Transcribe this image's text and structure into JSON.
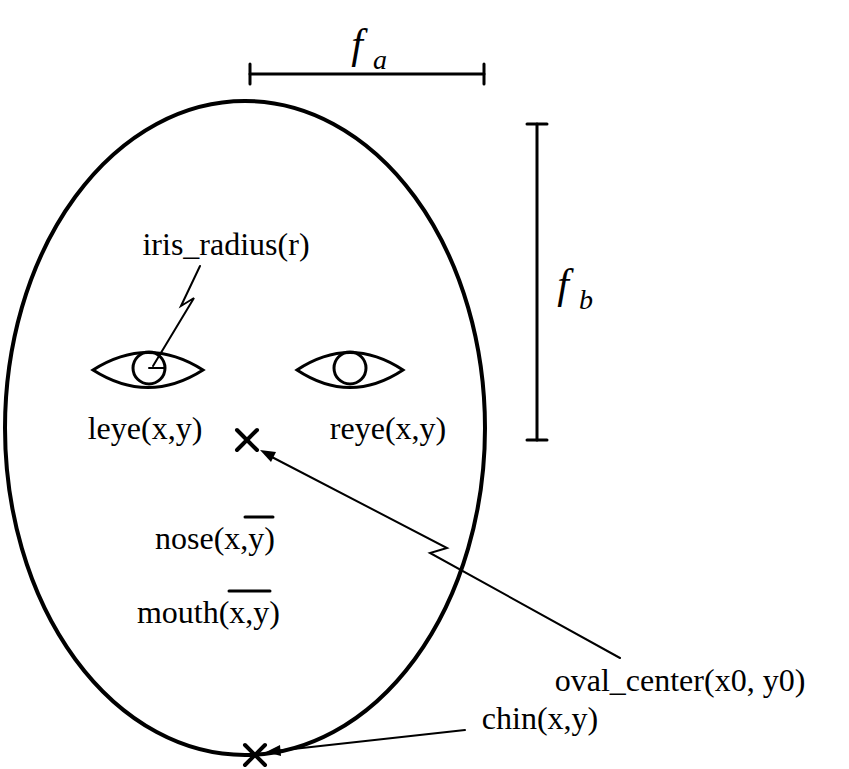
{
  "diagram": {
    "labels": [
      "f",
      "a",
      "f",
      "b",
      "iris_radius(r)",
      "leye(x,y)",
      "reye(x,y)",
      "nose(x,y)",
      "mouth(x,y)",
      "oval_center(x0, y0)",
      "chin(x,y)"
    ]
  }
}
